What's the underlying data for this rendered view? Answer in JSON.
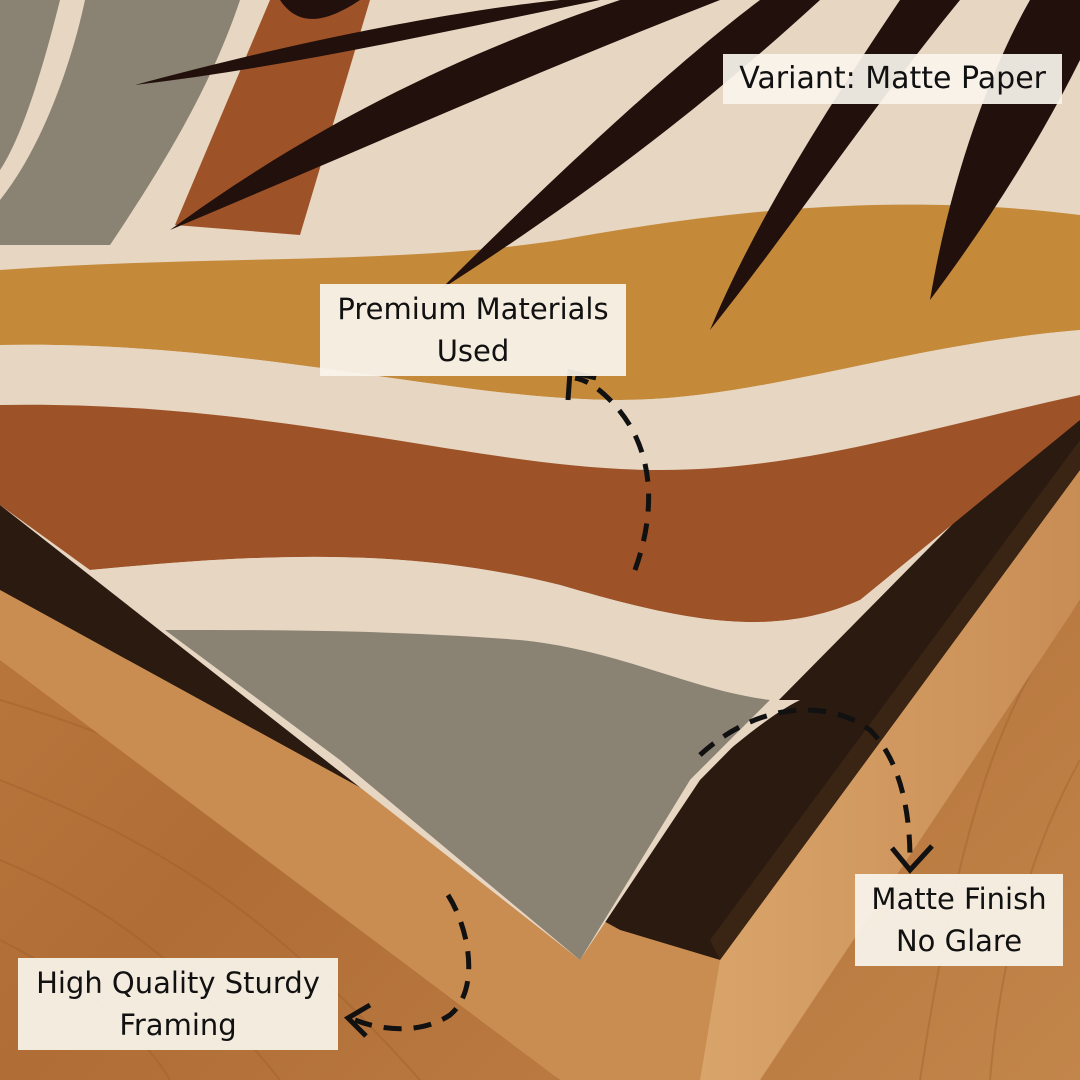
{
  "labels": {
    "variant": "Variant: Matte Paper",
    "premium": {
      "line1": "Premium Materials",
      "line2": "Used"
    },
    "matte": {
      "line1": "Matte Finish",
      "line2": "No Glare"
    },
    "framing": {
      "line1": "High Quality Sturdy",
      "line2": "Framing"
    }
  },
  "colors": {
    "cream": "#e6d6c2",
    "mustard": "#c48a3a",
    "rust": "#9e5228",
    "grey": "#8a8272",
    "leaf": "#22100c",
    "wood": "#b8763c"
  }
}
